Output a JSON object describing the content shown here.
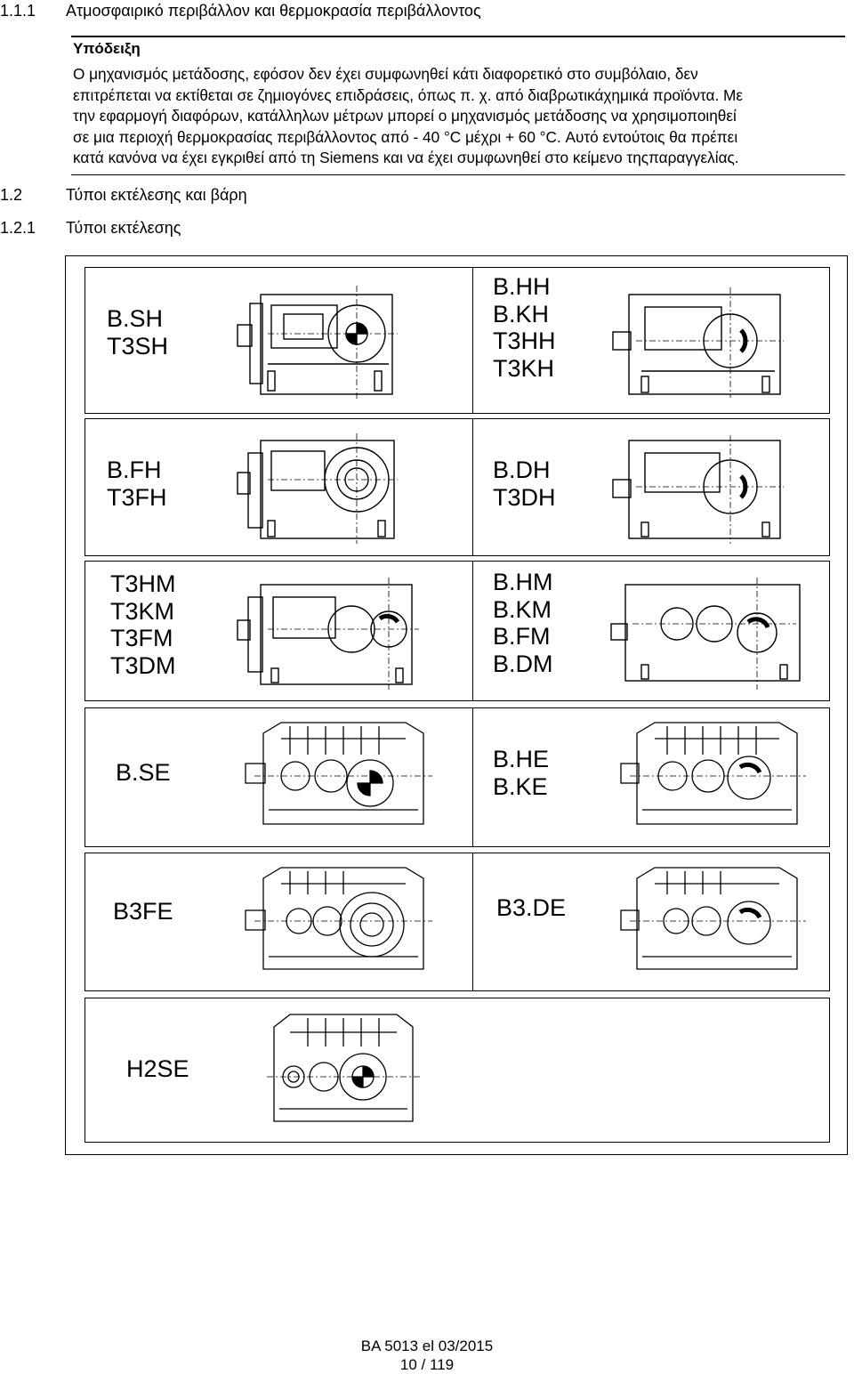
{
  "section_1_1_1": {
    "number": "1.1.1",
    "title": "Ατμοσφαιρικό περιβάλλον και θερμοκρασία περιβάλλοντος"
  },
  "note": {
    "heading": "Υπόδειξη",
    "lines": [
      "Ο μηχανισμός μετάδοσης, εφόσον δεν έχει συμφωνηθεί κάτι διαφορετικό στο συμβόλαιο, δεν",
      "επιτρέπεται να εκτίθεται σε ζημιογόνες επιδράσεις, όπως π. χ. από διαβρωτικάχημικά προϊόντα. Με",
      "την εφαρμογή διαφόρων, κατάλληλων μέτρων μπορεί ο μηχανισμός μετάδοσης να χρησιμοποιηθεί",
      "σε μια περιοχή θερμοκρασίας περιβάλλοντος από - 40 °C μέχρι + 60 °C. Αυτό εντούτοις θα πρέπει",
      "κατά κανόνα να έχει εγκριθεί από τη Siemens και να έχει συμφωνηθεί στο κείμενο τηςπαραγγελίας."
    ]
  },
  "section_1_2": {
    "number": "1.2",
    "title": "Τύποι εκτέλεσης και βάρη"
  },
  "section_1_2_1": {
    "number": "1.2.1",
    "title": "Τύποι εκτέλεσης"
  },
  "figure": {
    "rows": [
      {
        "left_label": "B.SH\nT3SH",
        "right_label": "B.HH\nB.KH\nT3HH\nT3KH"
      },
      {
        "left_label": "B.FH\nT3FH",
        "right_label": "B.DH\nT3DH"
      },
      {
        "left_label": "T3HM\nT3KM\nT3FM\nT3DM",
        "right_label": "B.HM\nB.KM\nB.FM\nB.DM"
      },
      {
        "left_label": "B.SE",
        "right_label": "B.HE\nB.KE"
      },
      {
        "left_label": "B3FE",
        "right_label": "B3.DE"
      },
      {
        "left_label": "H2SE"
      }
    ]
  },
  "footer": {
    "doc_ref": "BA 5013 el 03/2015",
    "page": "10 / 119"
  }
}
